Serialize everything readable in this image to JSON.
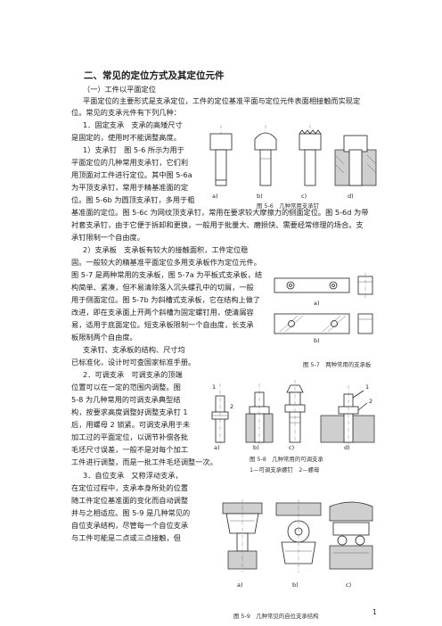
{
  "heading": "二、常见的定位方式及其定位元件",
  "sub1": "（一）工件以平面定位",
  "lines": {
    "l1": "平面定位的主要形式是支承定位，工件的定位基准平面与定位元件表面相接触而实现定",
    "l2": "位。常见的支承元件有下列几种：",
    "l3": "1．固定支承　支承的高矮尺寸",
    "l4": "是固定的，使用时不能调整高度。",
    "l5": "1）支承钉　图 5-6 所示为用于",
    "l6": "平面定位的几种常用支承钉，它们利",
    "l7": "用顶面对工件进行定位。其中图 5-6a",
    "l8": "为平顶支承钉，常用于精基准面的定",
    "l9": "位。图 5-6b 为圆顶支承钉，多用于粗",
    "l10": "基准面的定位。图 5-6c 为网纹顶支承钉，常用在要求较大摩擦力的侧面定位。图 5-6d 为带",
    "l11": "衬套支承钉，由于它便于拆卸和更换，一般用于批量大、磨损快、需要经常修理的场合。支",
    "l12": "承钉限制一个自由度。",
    "l13": "2）支承板　支承板有较大的接触面积，工件定位稳",
    "l14": "固。一般较大的精基准平面定位多用支承板作为定位元件。",
    "l15": "图 5-7 是两种常用的支承板，图 5-7a 为平板式支承板，结",
    "l16": "构简单、紧凑，但不易清除落入沉头螺孔中的切屑，一般",
    "l17": "用于侧面定位。图 5-7b 为斜槽式支承板，它在结构上做了",
    "l18": "改进，即在支承面上开两个斜槽为固定螺钉用，使清屑容",
    "l19": "易，适用于底面定位。短支承板限制一个自由度，长支承",
    "l20": "板限制两个自由度。",
    "l21": "支承钉、支承板的结构、尺寸均",
    "l22": "已标准化，设计时可查国家标准手册。",
    "l23": "2．可调支承　可调支承的顶端",
    "l24": "位置可以在一定的范围内调整。图",
    "l25": "5-8 为几种常用的可调支承典型结",
    "l26": "构，按要求高度调整好调整支承钉 1",
    "l27": "后，用螺母 2 锁紧。可调支承用于未",
    "l28": "加工过的平面定位，以调节补偿各批",
    "l29": "毛坯尺寸误差，一般不是对每个加工",
    "l30": "工件进行调整，而是一批工件毛坯调整一次。",
    "l31": "3．自位支承　又称浮动支承，",
    "l32": "在定位过程中，支承本身所处的位置",
    "l33": "随工件定位基准面的变化而自动调整",
    "l34": "并与之相适应。图 5-9 是几种常见的",
    "l35": "自位支承结构，尽管每一个自位支承",
    "l36": "与工件可能是二点或三点接触，但"
  },
  "fig56": {
    "caption": "图 5-6　几种常用支承钉",
    "labels": [
      "a)",
      "b)",
      "c)",
      "d)"
    ]
  },
  "fig57": {
    "caption": "图 5-7　两种常用的支承板",
    "labels": [
      "a)",
      "b)"
    ]
  },
  "fig58": {
    "caption": "图 5-8　几种常用的可调支承",
    "legend": "1—可调支承螺钉　2—螺母",
    "labels": [
      "a)",
      "b)",
      "c)",
      "d)"
    ],
    "part_nums": [
      "1",
      "2",
      "1",
      "2"
    ]
  },
  "fig59": {
    "caption": "图 5-9　几种常见的自位支承结构",
    "labels": [
      "a)",
      "b)",
      "c)"
    ]
  },
  "page_number": "1"
}
